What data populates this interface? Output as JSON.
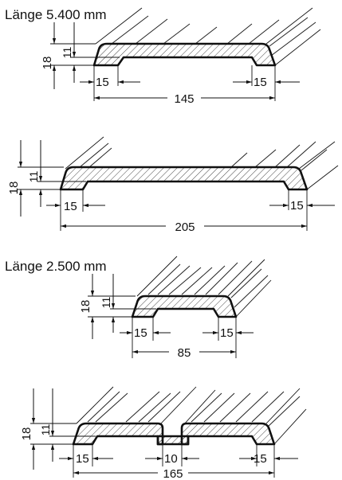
{
  "profiles": [
    {
      "id": "p1",
      "note": "Länge 5.400 mm",
      "dims": {
        "height": "18",
        "flange": "11",
        "edge_left": "15",
        "edge_right": "15",
        "width": "145"
      }
    },
    {
      "id": "p2",
      "note": "",
      "dims": {
        "height": "18",
        "flange": "11",
        "edge_left": "15",
        "edge_right": "15",
        "width": "205"
      }
    },
    {
      "id": "p3",
      "note": "Länge 2.500 mm",
      "dims": {
        "height": "18",
        "flange": "11",
        "edge_left": "15",
        "edge_right": "15",
        "width": "85"
      }
    },
    {
      "id": "p4",
      "note": "",
      "dims": {
        "height": "18",
        "flange": "11",
        "edge_left": "15",
        "gap": "10",
        "edge_right": "15",
        "width": "165"
      }
    }
  ],
  "colors": {
    "ink": "#111111",
    "paper": "#ffffff"
  }
}
